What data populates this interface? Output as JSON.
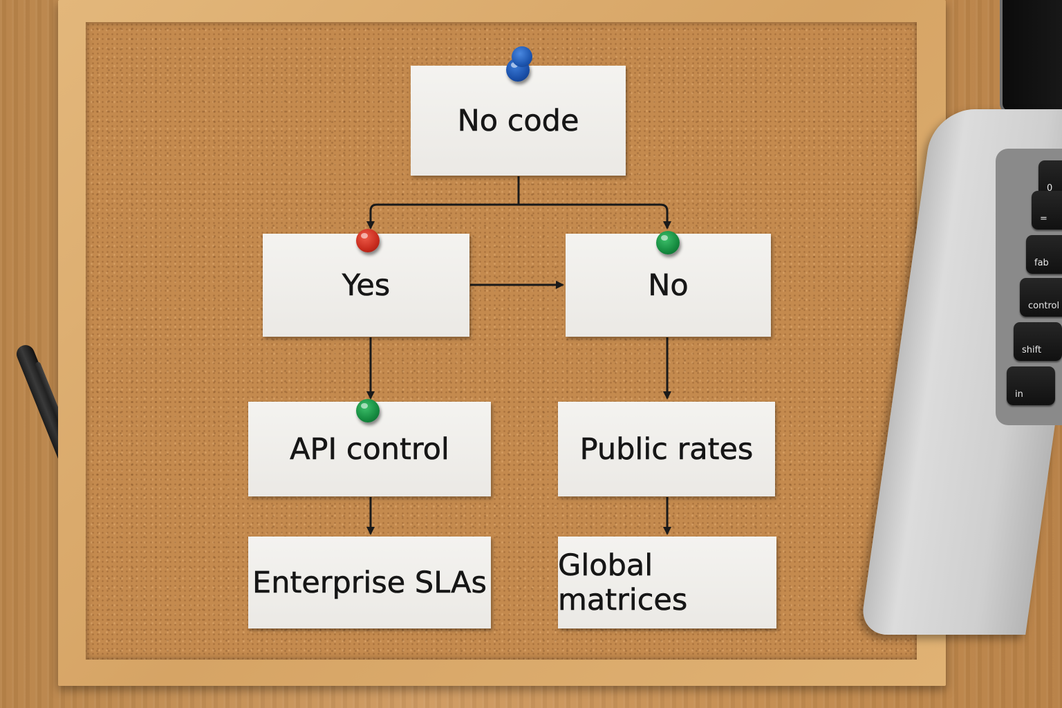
{
  "diagram": {
    "nodes": {
      "root": "No code",
      "yes": "Yes",
      "no": "No",
      "api": "API control",
      "public": "Public rates",
      "enterprise": "Enterprise SLAs",
      "global": "Global matrices"
    },
    "edges": [
      [
        "root",
        "yes"
      ],
      [
        "root",
        "no"
      ],
      [
        "yes",
        "no"
      ],
      [
        "yes",
        "api"
      ],
      [
        "no",
        "public"
      ],
      [
        "api",
        "enterprise"
      ],
      [
        "public",
        "global"
      ]
    ],
    "pin_colors": {
      "root": "#1a4fa8",
      "yes": "#c72b1d",
      "no": "#158a3f",
      "api": "#158a3f"
    }
  },
  "laptop_keys": [
    "0",
    "=",
    "fab",
    "control",
    "shift",
    "in"
  ]
}
